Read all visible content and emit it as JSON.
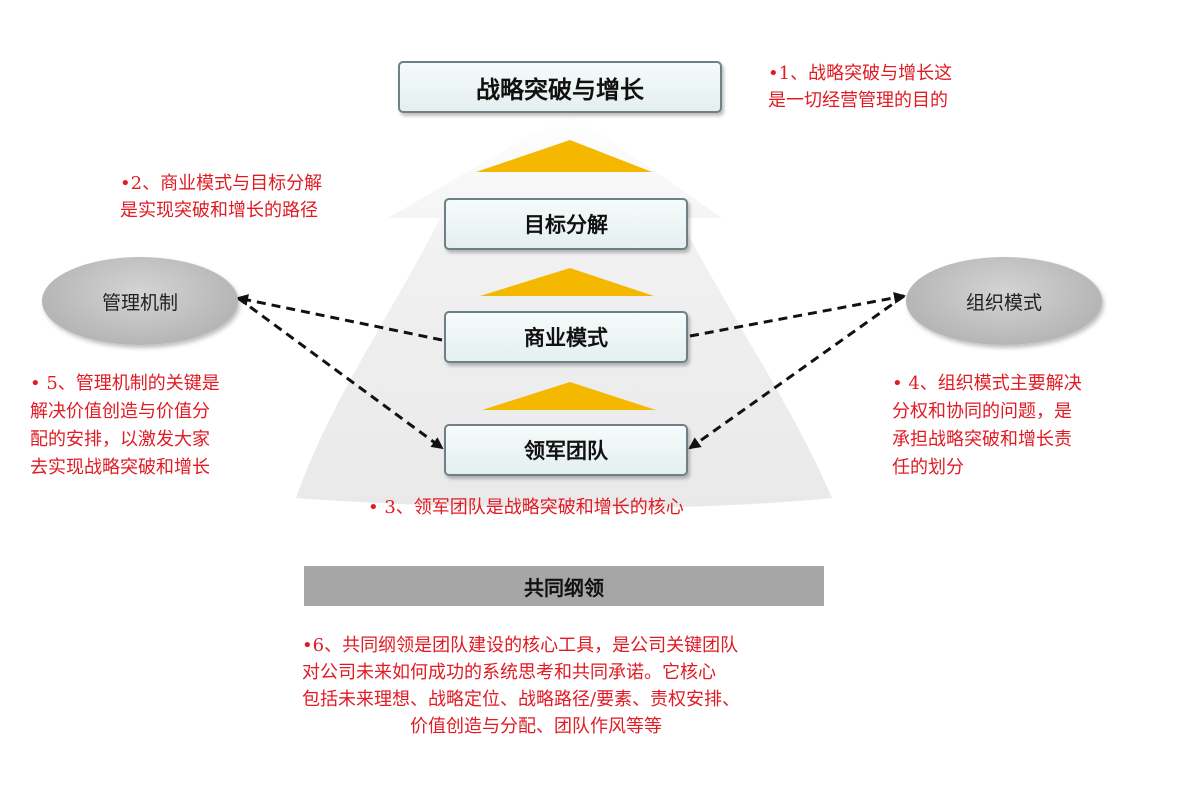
{
  "boxes": {
    "top": "战略突破与增长",
    "goal": "目标分解",
    "business": "商业模式",
    "team": "领军团队"
  },
  "ovals": {
    "left": "管理机制",
    "right": "组织模式"
  },
  "bar": "共同纲领",
  "notes": {
    "n1": [
      "•1、战略突破与增长这",
      "是一切经营管理的目的"
    ],
    "n2": [
      "•2、商业模式与目标分解",
      "是实现突破和增长的路径"
    ],
    "n3": [
      "• 3、领军团队是战略突破和增长的核心"
    ],
    "n4": [
      "• 4、组织模式主要解决",
      "分权和协同的问题，是",
      "承担战略突破和增长责",
      "任的划分"
    ],
    "n5": [
      "• 5、管理机制的关键是",
      "解决价值创造与价值分",
      "配的安排，以激发大家",
      "去实现战略突破和增长"
    ],
    "n6": [
      "•6、共同纲领是团队建设的核心工具，是公司关键团队",
      "对公司未来如何成功的系统思考和共同承诺。它核心",
      "包括未来理想、战略定位、战略路径/要素、责权安排、",
      "价值创造与分配、团队作风等等"
    ]
  },
  "colors": {
    "note_red": "#e01b24",
    "triangle_gold": "#f5b800",
    "arrow_gray": "#f0f0f0",
    "bar_gray": "#a6a6a6"
  }
}
